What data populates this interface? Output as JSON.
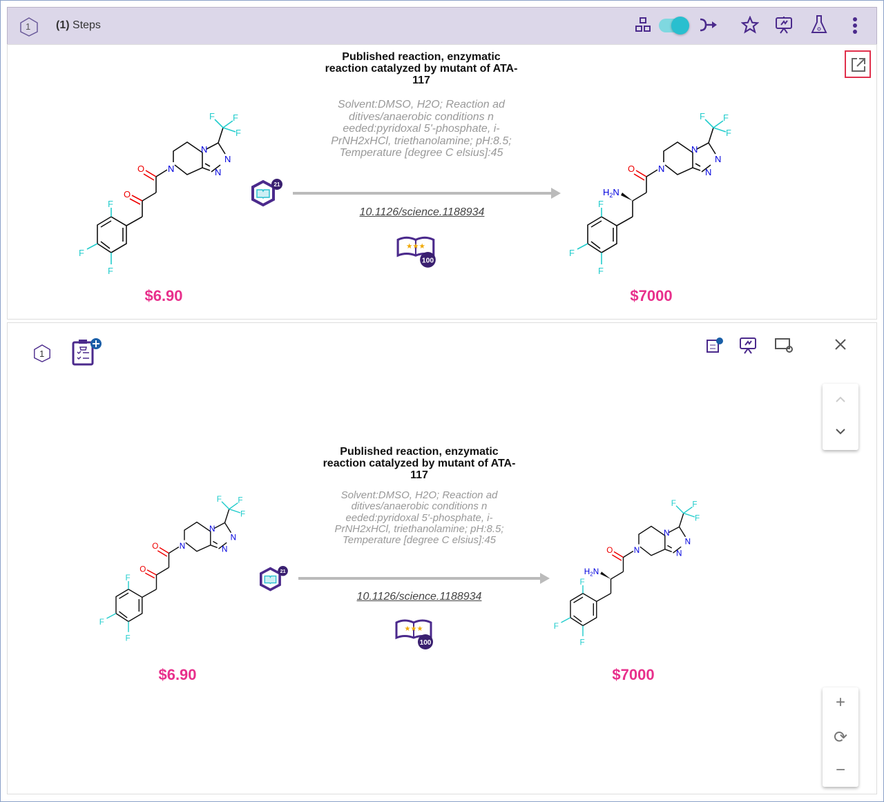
{
  "header": {
    "step_number": "1",
    "title_count": "(1)",
    "title_label": "Steps",
    "toggle_on": true
  },
  "reactions": [
    {
      "title": "Published reaction, enzymatic reaction catalyzed by mutant of ATA-117",
      "conditions": "Solvent:DMSO, H2O; Reaction ad ditives/anaerobic conditions n eeded:pyridoxal 5'-phosphate, i-PrNH2xHCl, triethanolamine; pH:8.5; Temperature [degree C elsius]:45",
      "doi": "10.1126/science.1188934",
      "reference_count": "21",
      "score_count": "100",
      "reactant_price": "$6.90",
      "product_price": "$7000"
    },
    {
      "title": "Published reaction, enzymatic reaction catalyzed by mutant of ATA-117",
      "conditions": "Solvent:DMSO, H2O; Reaction ad ditives/anaerobic conditions n eeded:pyridoxal 5'-phosphate, i-PrNH2xHCl, triethanolamine; pH:8.5; Temperature [degree C elsius]:45",
      "doi": "10.1126/science.1188934",
      "reference_count": "21",
      "score_count": "100",
      "reactant_price": "$6.90",
      "product_price": "$7000"
    }
  ],
  "detail": {
    "step_number": "1"
  },
  "colors": {
    "accent": "#4b2a8c",
    "price": "#e8308c",
    "toggle": "#29bfcf",
    "header_bg": "#dcd7e9"
  }
}
